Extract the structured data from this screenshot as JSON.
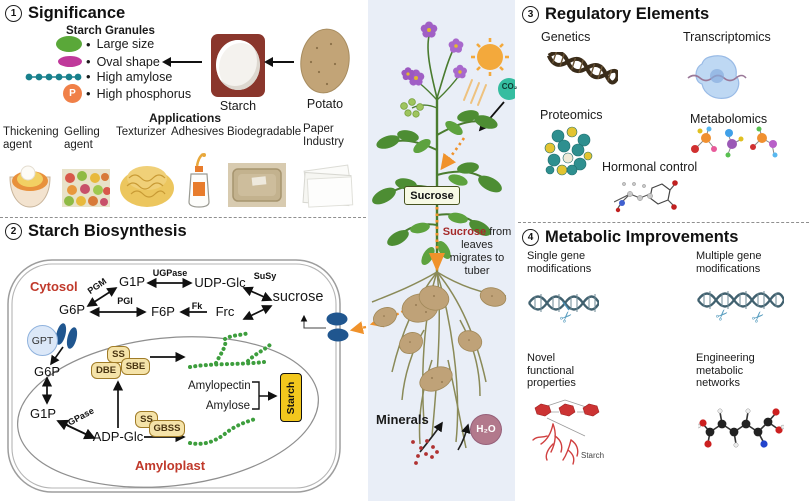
{
  "colors": {
    "center_bg": "#e9eef7",
    "starch_box": "#f2c71d",
    "enzyme_badge": "#f5e3a9",
    "orange_flow": "#f0922b",
    "organelle_label_red": "#c0392b",
    "granule_green": "#5aa839",
    "granule_magenta": "#c0399b",
    "amylose_teal": "#18808c",
    "phosphorus_orange": "#f08048",
    "transporter_blue": "#20568f",
    "co2_teal": "#35bda0",
    "h2o_mauve": "#b2798c"
  },
  "icons": {
    "scissors": "✂",
    "bullet": "•"
  },
  "significance": {
    "number": "1",
    "title": "Significance",
    "granules_title": "Starch Granules",
    "granule_items": [
      {
        "icon": "large-granule-icon",
        "label": "Large size"
      },
      {
        "icon": "oval-granule-icon",
        "label": "Oval shape"
      },
      {
        "icon": "amylose-chain-icon",
        "label": "High amylose"
      },
      {
        "icon": "phosphorus-icon",
        "label": "High phosphorus"
      }
    ],
    "phosphorus_symbol": "P",
    "starch_label": "Starch",
    "potato_label": "Potato",
    "applications_title": "Applications",
    "applications": [
      "Thickening agent",
      "Gelling agent",
      "Texturizer",
      "Adhesives",
      "Biodegradable",
      "Paper Industry"
    ]
  },
  "biosynthesis": {
    "number": "2",
    "title": "Starch Biosynthesis",
    "cytosol": "Cytosol",
    "amyloplast": "Amyloplast",
    "g6p_cytosol": "G6P",
    "g1p_cytosol": "G1P",
    "udp_glc": "UDP-Glc",
    "f6p": "F6P",
    "frc": "Frc",
    "sucrose": "sucrose",
    "g6p_plastid": "G6P",
    "g1p_plastid": "G1P",
    "adp_glc": "ADP-Glc",
    "pgm": "PGM",
    "ugpase": "UGPase",
    "susy": "SuSy",
    "pgi": "PGI",
    "fk": "Fk",
    "gpt": "GPT",
    "agpase": "AGPase",
    "ss": "SS",
    "sbe": "SBE",
    "dbe": "DBE",
    "gbss": "GBSS",
    "amylopectin": "Amylopectin",
    "amylose": "Amylose",
    "starch": "Starch"
  },
  "plant": {
    "co2": "CO₂",
    "sucrose_box": "Sucrose",
    "migration": {
      "highlight": "Sucrose",
      "line1_rest": " from",
      "line2": "leaves",
      "line3": "migrates to",
      "line4": "tuber"
    },
    "minerals": "Minerals",
    "h2o": "H₂O"
  },
  "regulatory": {
    "number": "3",
    "title": "Regulatory Elements",
    "genetics": "Genetics",
    "transcriptomics": "Transcriptomics",
    "proteomics": "Proteomics",
    "metabolomics": "Metabolomics",
    "hormonal": "Hormonal control"
  },
  "metabolic": {
    "number": "4",
    "title": "Metabolic Improvements",
    "single_gene": [
      "Single gene",
      "modifications"
    ],
    "multiple_gene": [
      "Multiple gene",
      "modifications"
    ],
    "novel": [
      "Novel",
      "functional",
      "properties"
    ],
    "engineering": [
      "Engineering",
      "metabolic",
      "networks"
    ],
    "starch_small": "Starch"
  }
}
